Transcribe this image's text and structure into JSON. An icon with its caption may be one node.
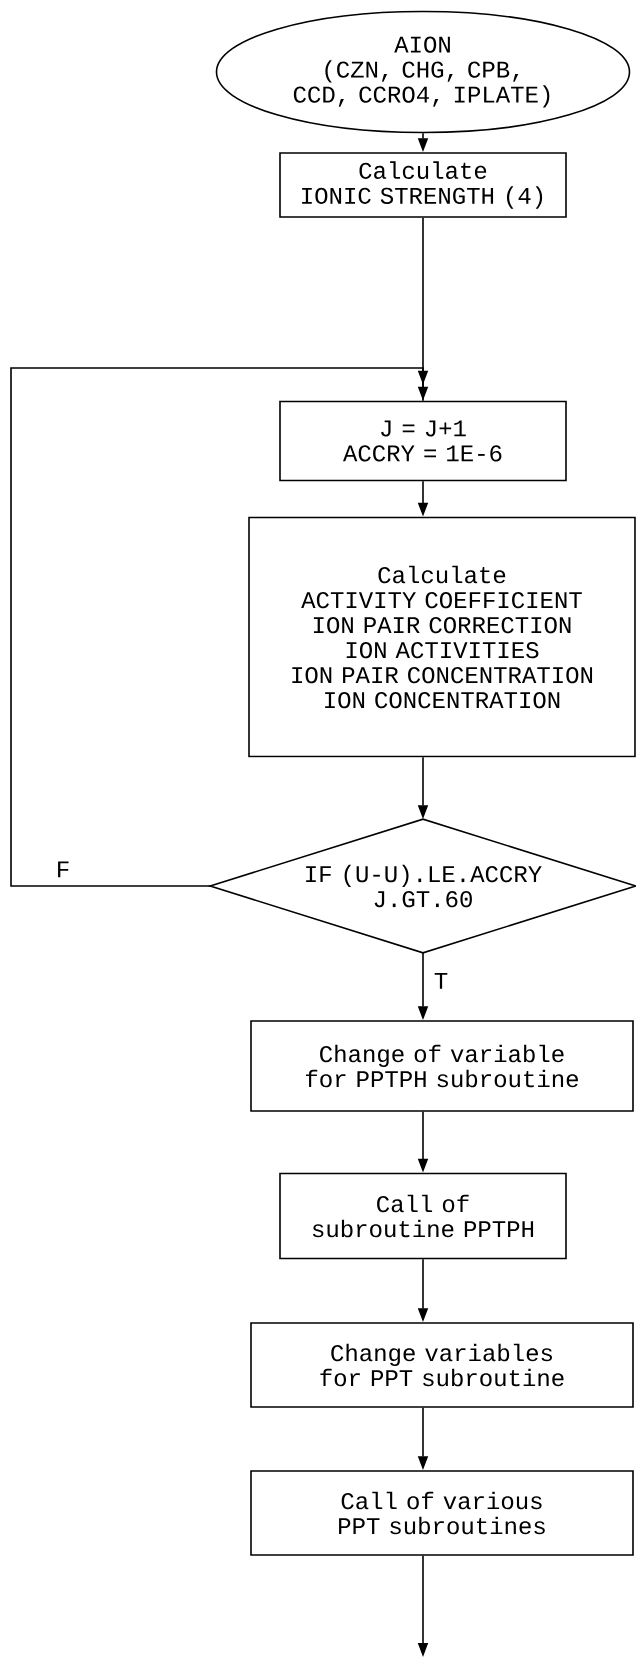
{
  "diagram": {
    "nodes": [
      {
        "text": [
          "AION",
          "(CZN, CHG, CPB, CCD, CCRO4, IPLATE)"
        ]
      },
      {
        "text": [
          "Calculate",
          "IONIC STRENGTH (4)"
        ]
      },
      {
        "text": [
          "J = J+1",
          "ACCRY = 1E-6"
        ]
      },
      {
        "text": [
          "Calculate",
          "ACTIVITY COEFFICIENT",
          "ION PAIR CORRECTION",
          "ION ACTIVITIES",
          "ION PAIR CONCENTRATION",
          "ION CONCENTRATION"
        ]
      },
      {
        "text": [
          "IF (U-U).LE.ACCRY",
          "J.GT.60"
        ]
      },
      {
        "text": [
          "Change of variable for PPTPH subroutine"
        ]
      },
      {
        "text": [
          "Call of subroutine PPTPH"
        ]
      },
      {
        "text": [
          "Change variables for PPT subroutine"
        ]
      },
      {
        "text": [
          "Call of various PPT subroutines"
        ]
      }
    ],
    "edges": [
      {
        "from": 0,
        "to": 1,
        "arrow": "to"
      },
      {
        "from": 1,
        "to": 2,
        "arrow": "to"
      },
      {
        "from": 2,
        "to": 3,
        "arrow": "to"
      },
      {
        "from": 3,
        "to": 4,
        "arrow": "to"
      },
      {
        "from": 4,
        "to": 5,
        "arrow": "to",
        "label": "T"
      },
      {
        "from": 5,
        "to": 6,
        "arrow": "to"
      },
      {
        "from": 6,
        "to": 7,
        "arrow": "to"
      },
      {
        "from": 7,
        "to": 8,
        "arrow": "to"
      },
      {
        "from": 4,
        "to": 2,
        "arrow": "to",
        "label": "F"
      },
      {
        "from": 8,
        "to": null,
        "arrow": "to"
      }
    ]
  }
}
